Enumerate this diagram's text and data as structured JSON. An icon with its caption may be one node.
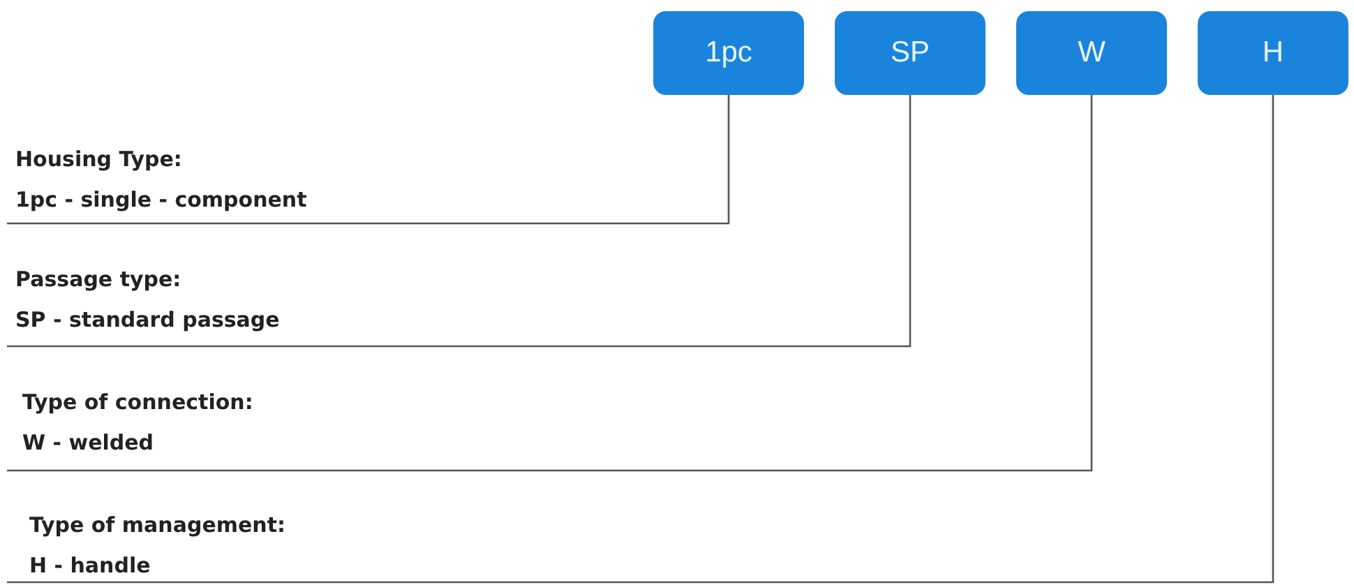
{
  "diagram": {
    "nodes": [
      {
        "text": [
          "1pc"
        ]
      },
      {
        "text": [
          "SP"
        ]
      },
      {
        "text": [
          "W"
        ]
      },
      {
        "text": [
          "H"
        ]
      },
      {
        "text": [
          "Housing Type:",
          "1pc - single - component"
        ]
      },
      {
        "text": [
          "Passage type:",
          "SP - standard passage"
        ]
      },
      {
        "text": [
          "Type of connection:",
          "W - welded"
        ]
      },
      {
        "text": [
          "Type of management:",
          "H - handle"
        ]
      }
    ],
    "edges": [
      {
        "from": 0,
        "to": 4,
        "arrow": "none"
      },
      {
        "from": 1,
        "to": 5,
        "arrow": "none"
      },
      {
        "from": 2,
        "to": 6,
        "arrow": "none"
      },
      {
        "from": 3,
        "to": 7,
        "arrow": "none"
      }
    ]
  }
}
